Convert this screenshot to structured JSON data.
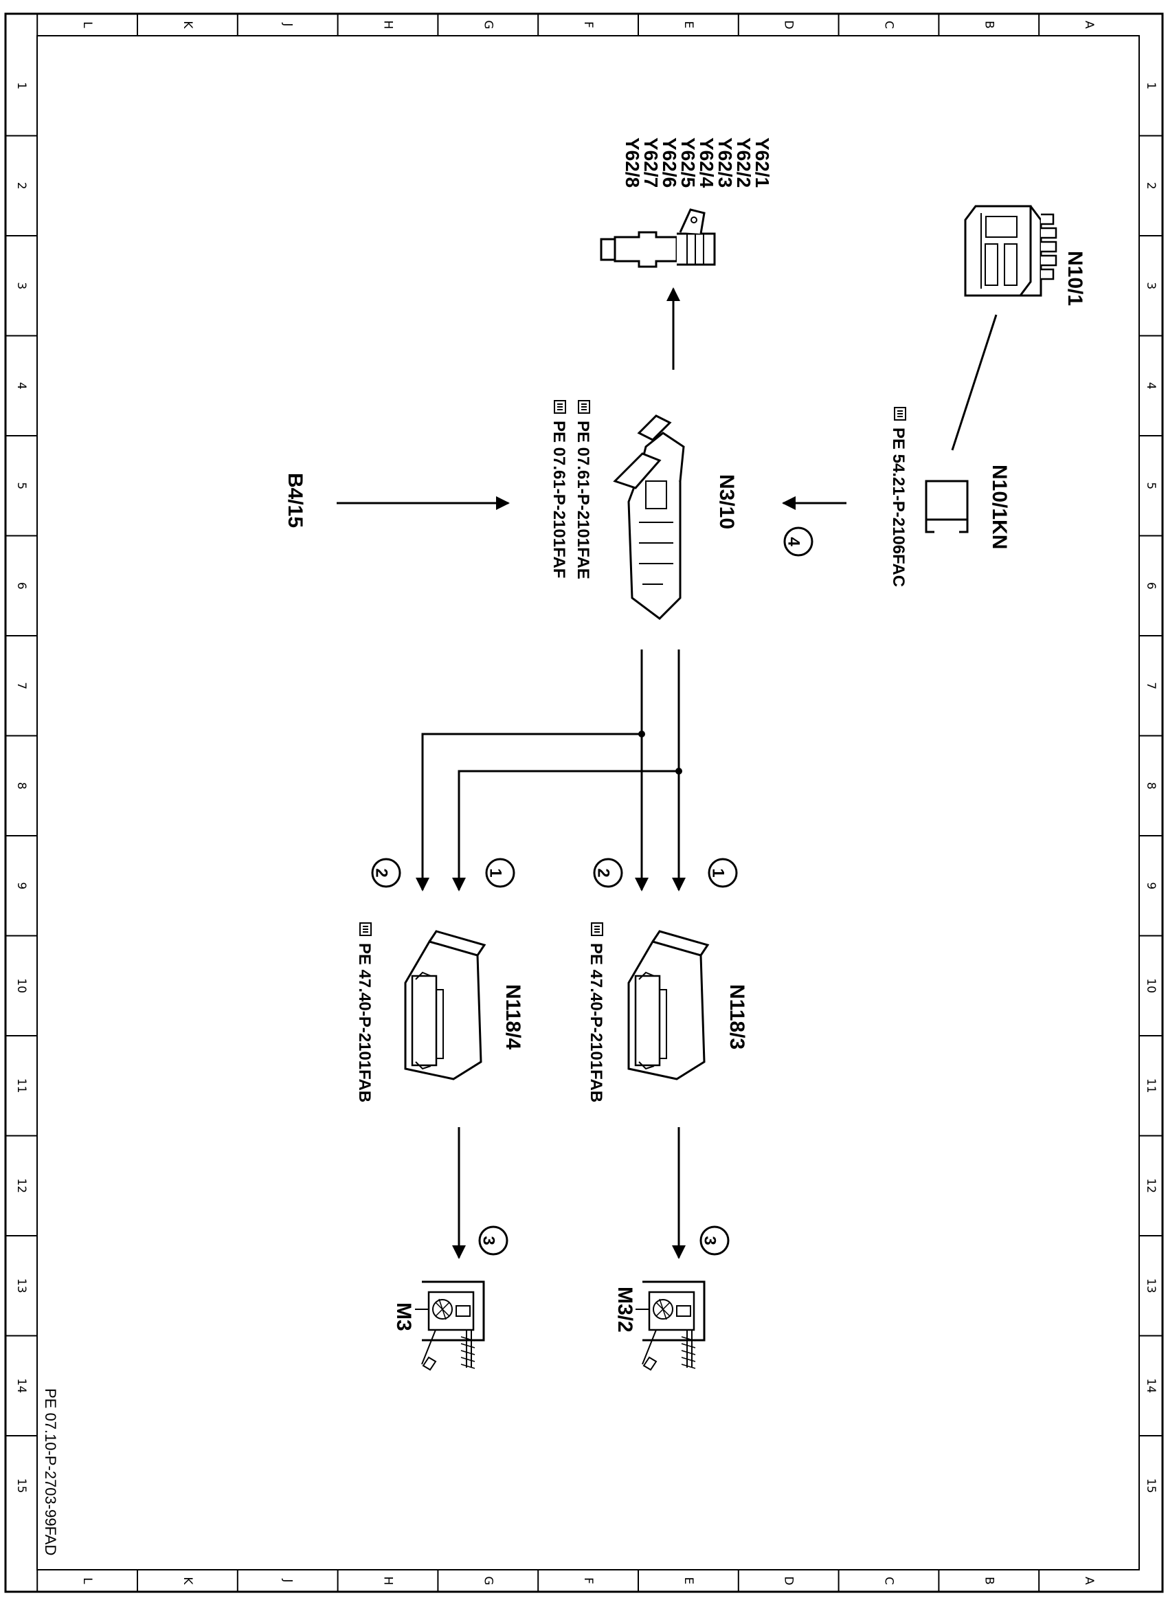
{
  "grid": {
    "columns": [
      "A",
      "B",
      "C",
      "D",
      "E",
      "F",
      "G",
      "H",
      "J",
      "K",
      "L"
    ],
    "rows": [
      "1",
      "2",
      "3",
      "4",
      "5",
      "6",
      "7",
      "8",
      "9",
      "10",
      "11",
      "12",
      "13",
      "14",
      "15"
    ]
  },
  "components": {
    "n10_1": "N10/1",
    "n10_1kn": "N10/1KN",
    "n10_1kn_ref": "PE 54.21-P-2106FAC",
    "n3_10": "N3/10",
    "n3_10_ref_1": "PE 07.61-P-2101FAE",
    "n3_10_ref_2": "PE 07.61-P-2101FAF",
    "b4_15": "B4/15",
    "injectors": [
      "Y62/1",
      "Y62/2",
      "Y62/3",
      "Y62/4",
      "Y62/5",
      "Y62/6",
      "Y62/7",
      "Y62/8"
    ],
    "n118_3": "N118/3",
    "n118_3_ref": "PE 47.40-P-2101FAB",
    "n118_4": "N118/4",
    "n118_4_ref": "PE 47.40-P-2101FAB",
    "m3_2": "M3/2",
    "m3": "M3"
  },
  "circles": {
    "c4": "4",
    "c1a": "1",
    "c2a": "2",
    "c1b": "1",
    "c2b": "2",
    "c3a": "3",
    "c3b": "3"
  },
  "footer_code": "PE 07.10-P-2703-99FAD"
}
